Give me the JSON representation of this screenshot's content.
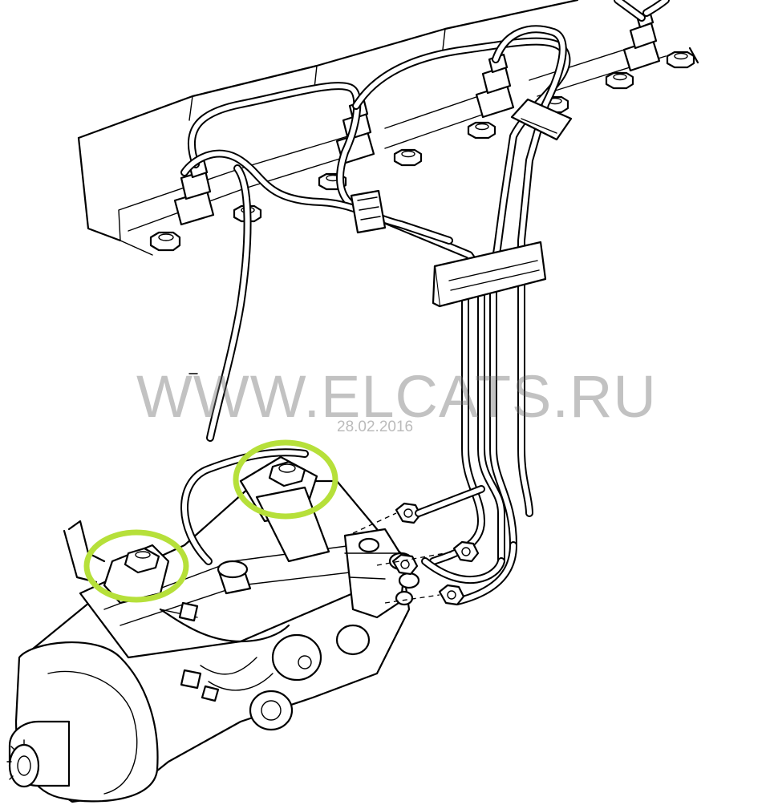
{
  "watermark": {
    "site": "WWW.ELCATS.RU",
    "date": "28.02.2016"
  },
  "colors": {
    "highlight": "#b6e03a",
    "line": "#000000",
    "background": "#ffffff",
    "watermark": "#8a8a8a"
  },
  "components": [
    "engine-cylinder-head",
    "fuel-injectors",
    "injector-pipes",
    "pipe-clamps",
    "fuel-return-line",
    "injection-pump",
    "union-nuts"
  ],
  "highlights": [
    "pump-mount-nut-top",
    "pump-mount-nut-left"
  ]
}
